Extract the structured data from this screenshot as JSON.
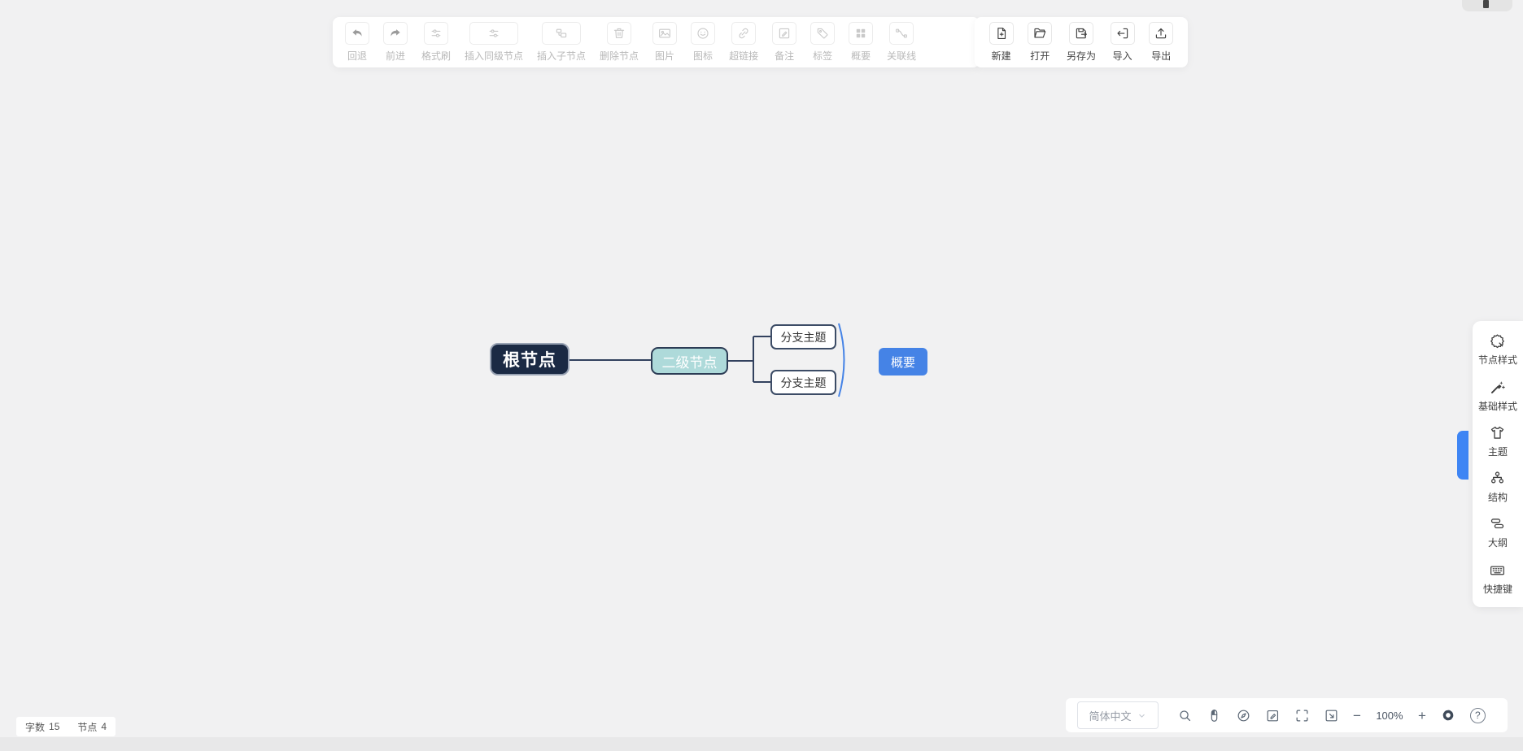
{
  "canvas": {
    "background": "#f1f1f2"
  },
  "toolbar_main": {
    "items": [
      {
        "label": "回退",
        "icon": "undo-icon",
        "enabled": false
      },
      {
        "label": "前进",
        "icon": "redo-icon",
        "enabled": false
      },
      {
        "label": "格式刷",
        "icon": "format-painter-icon",
        "enabled": false
      },
      {
        "label": "插入同级节点",
        "icon": "insert-sibling-icon",
        "enabled": false
      },
      {
        "label": "插入子节点",
        "icon": "insert-child-icon",
        "enabled": false
      },
      {
        "label": "删除节点",
        "icon": "trash-icon",
        "enabled": false
      },
      {
        "label": "图片",
        "icon": "image-icon",
        "enabled": false
      },
      {
        "label": "图标",
        "icon": "smiley-icon",
        "enabled": false
      },
      {
        "label": "超链接",
        "icon": "link-icon",
        "enabled": false
      },
      {
        "label": "备注",
        "icon": "note-icon",
        "enabled": false
      },
      {
        "label": "标签",
        "icon": "tag-icon",
        "enabled": false
      },
      {
        "label": "概要",
        "icon": "summary-grid-icon",
        "enabled": false
      },
      {
        "label": "关联线",
        "icon": "association-line-icon",
        "enabled": false
      }
    ]
  },
  "toolbar_file": {
    "items": [
      {
        "label": "新建",
        "icon": "new-file-icon",
        "enabled": true
      },
      {
        "label": "打开",
        "icon": "open-folder-icon",
        "enabled": true
      },
      {
        "label": "另存为",
        "icon": "save-as-icon",
        "enabled": true
      },
      {
        "label": "导入",
        "icon": "import-icon",
        "enabled": true
      },
      {
        "label": "导出",
        "icon": "export-icon",
        "enabled": true
      }
    ]
  },
  "mindmap": {
    "root": {
      "label": "根节点",
      "fill": "#1b2a44",
      "border": "#98a2b3",
      "text_color": "#ffffff"
    },
    "secondary": {
      "label": "二级节点",
      "fill": "#aedada",
      "border": "#2c3c55",
      "text_color": "#ffffff"
    },
    "branches": [
      {
        "label": "分支主题",
        "fill": "#ffffff",
        "border": "#3c4c66",
        "text_color": "#333333"
      },
      {
        "label": "分支主题",
        "fill": "#ffffff",
        "border": "#3c4c66",
        "text_color": "#333333"
      }
    ],
    "summary": {
      "label": "概要",
      "fill": "#4583e6",
      "text_color": "#ffffff"
    },
    "edge_color": "#32415e",
    "brace_color": "#4583e6"
  },
  "sidebar": {
    "handle_color": "#3e85f4",
    "items": [
      {
        "label": "节点样式",
        "icon": "node-style-icon"
      },
      {
        "label": "基础样式",
        "icon": "base-style-icon"
      },
      {
        "label": "主题",
        "icon": "theme-shirt-icon"
      },
      {
        "label": "结构",
        "icon": "structure-icon"
      },
      {
        "label": "大纲",
        "icon": "outline-icon"
      },
      {
        "label": "快捷键",
        "icon": "keyboard-icon"
      }
    ]
  },
  "statusbar": {
    "word_count_label": "字数",
    "word_count": "15",
    "node_count_label": "节点",
    "node_count": "4"
  },
  "bottom_bar": {
    "language_selected": "简体中文",
    "icons": [
      "search-icon",
      "mouse-icon",
      "compass-icon",
      "edit-mode-icon",
      "fullscreen-icon",
      "fit-canvas-icon",
      "gear-icon",
      "help-icon"
    ],
    "zoom_out_label": "−",
    "zoom_percent": "100%",
    "zoom_in_label": "+",
    "help_label": "?"
  }
}
